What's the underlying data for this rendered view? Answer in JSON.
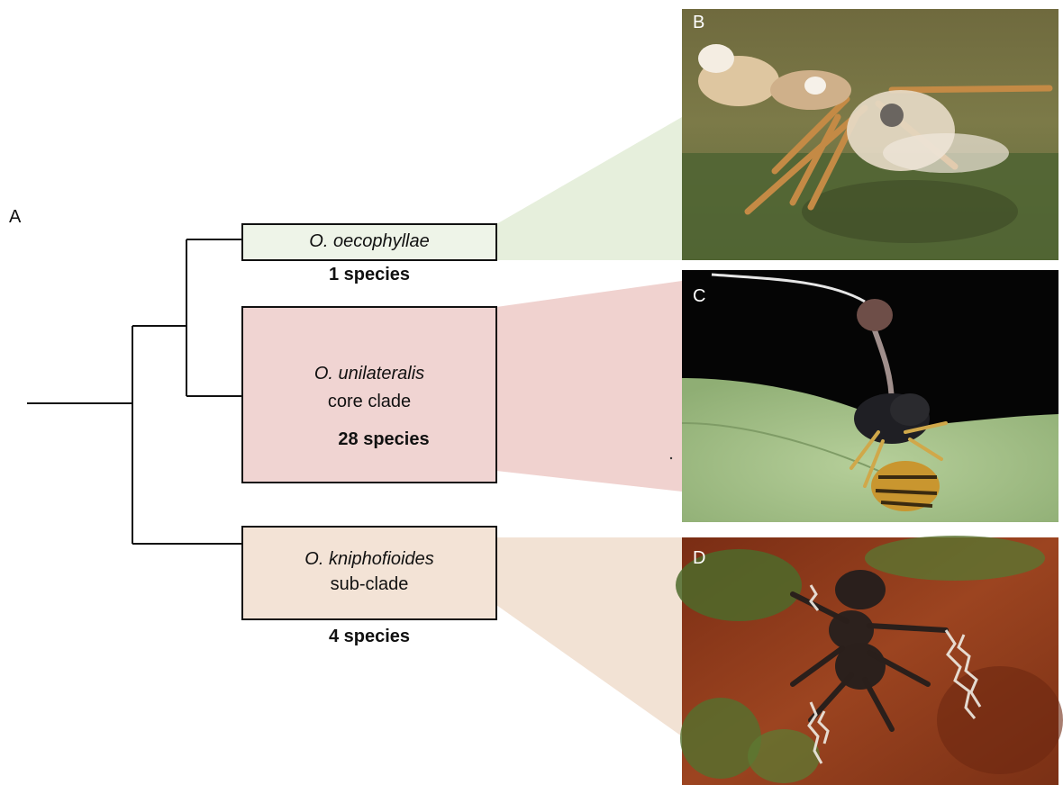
{
  "panel_a_label": "A",
  "clades": [
    {
      "name": "O. oecophyllae",
      "subtitle": "",
      "count": "1 species",
      "fill": "#eef4e8",
      "fan": "#e6efdc",
      "photo_label": "B",
      "photo": "infected ant with fuzzy white mycelium on leaf"
    },
    {
      "name": "O. unilateralis",
      "subtitle": "core clade",
      "count": "28 species",
      "fill": "#f0d4d2",
      "fan": "#f0d2cf",
      "photo_label": "C",
      "photo": "ant on green leaf with fungal stalk against dark background"
    },
    {
      "name": "O. kniphofioides",
      "subtitle": "sub-clade",
      "count": "4 species",
      "fill": "#f3e3d6",
      "fan": "#f2e2d4",
      "photo_label": "D",
      "photo": "dark ant on reddish bark with moss and white fungal tufts"
    }
  ],
  "colors": {
    "line": "#111111",
    "box_border": "#111111"
  }
}
